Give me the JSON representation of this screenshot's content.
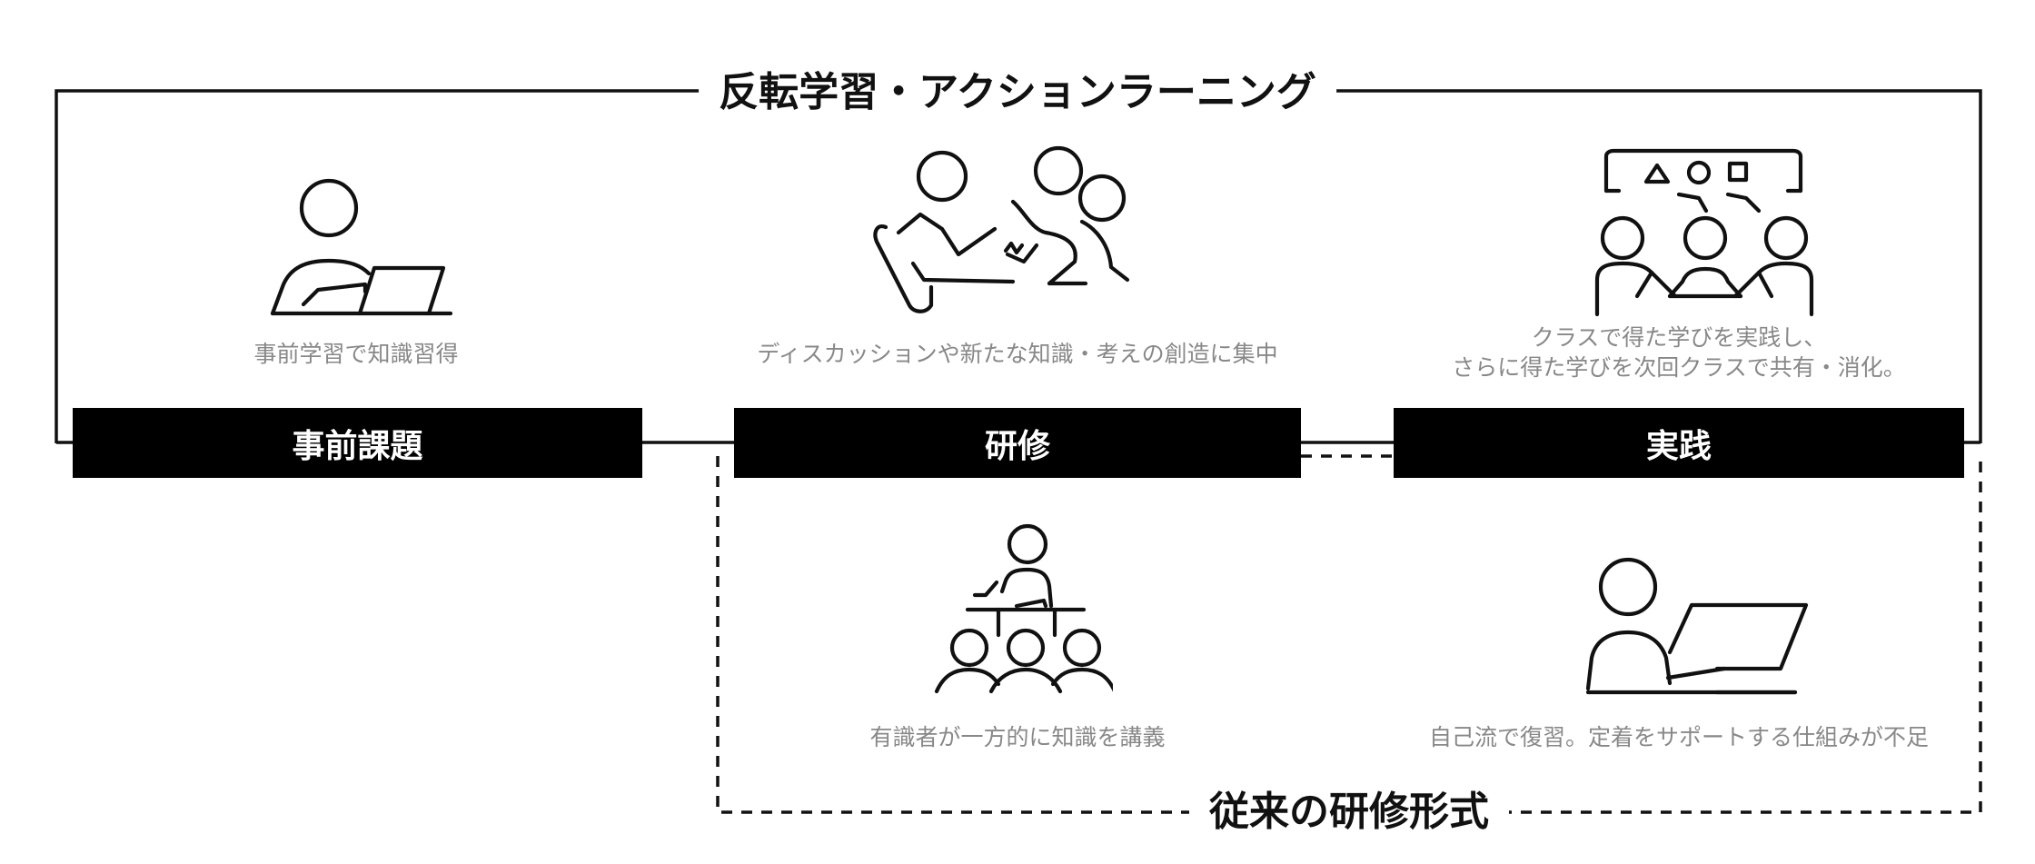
{
  "diagram": {
    "flipped_frame_title": "反転学習・アクションラーニング",
    "traditional_frame_title": "従来の研修形式",
    "stages": [
      {
        "label": "事前課題",
        "caption": [
          "事前学習で知識習得"
        ],
        "icon": "person-with-laptop-icon"
      },
      {
        "label": "研修",
        "caption": [
          "ディスカッションや新たな知識・考えの創造に集中"
        ],
        "icon": "group-discussion-icon"
      },
      {
        "label": "実践",
        "caption": [
          "クラスで得た学びを実践し、",
          "さらに得た学びを次回クラスで共有・消化。"
        ],
        "icon": "team-sharing-ideas-icon"
      }
    ],
    "traditional_items": [
      {
        "caption": "有識者が一方的に知識を講義",
        "icon": "lecturer-and-audience-icon"
      },
      {
        "caption": "自己流で復習。定着をサポートする仕組みが不足",
        "icon": "person-at-computer-icon"
      }
    ],
    "colors": {
      "frame": "#111111",
      "stage_box": "#000000",
      "stage_text": "#ffffff",
      "caption_text": "#888888"
    }
  }
}
